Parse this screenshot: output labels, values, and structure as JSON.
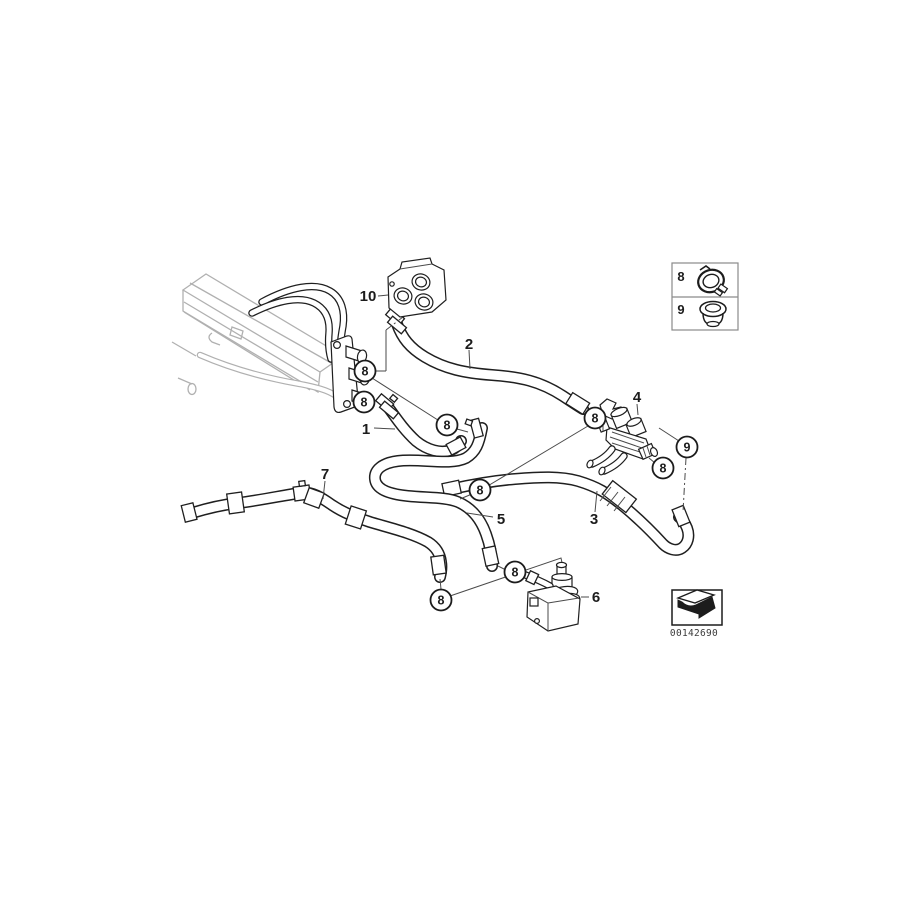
{
  "diagram": {
    "type": "parts-diagram",
    "description": "Water hoses / water valve parts illustration",
    "stamp_number": "00142690"
  },
  "part_labels": {
    "p1": "1",
    "p2": "2",
    "p3": "3",
    "p4": "4",
    "p5": "5",
    "p6": "6",
    "p7": "7",
    "p10": "10"
  },
  "callouts": {
    "clamp": "8",
    "grommet": "9"
  },
  "legend": {
    "clamp_label": "8",
    "grommet_label": "9"
  }
}
